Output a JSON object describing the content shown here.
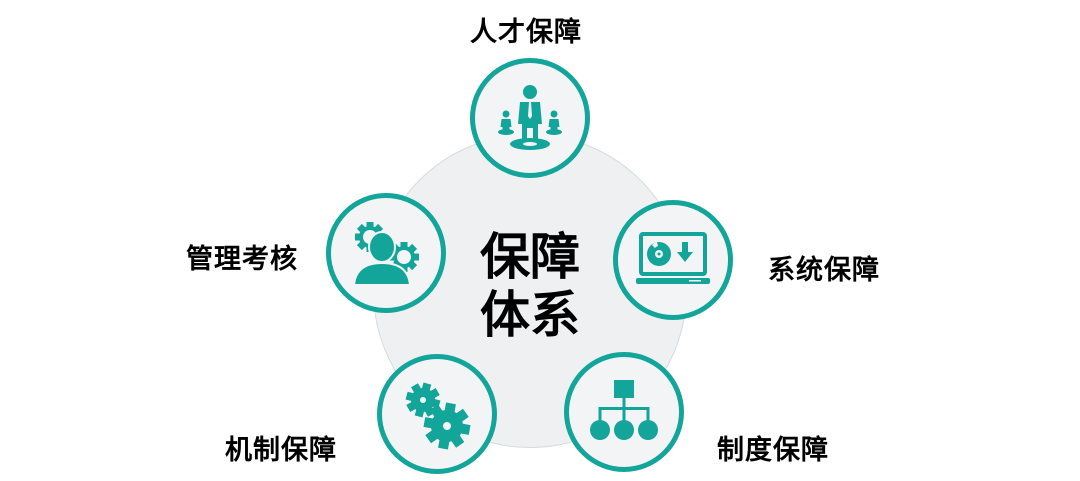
{
  "diagram": {
    "center_title_line1": "保障",
    "center_title_line2": "体系",
    "accent_color": "#13a59a",
    "hub_color": "#eef0f2",
    "nodes": [
      {
        "label": "人才保障",
        "icon": "people-talent-icon"
      },
      {
        "label": "系统保障",
        "icon": "laptop-disc-download-icon"
      },
      {
        "label": "制度保障",
        "icon": "org-hierarchy-icon"
      },
      {
        "label": "机制保障",
        "icon": "gears-icon"
      },
      {
        "label": "管理考核",
        "icon": "person-gears-icon"
      }
    ]
  }
}
